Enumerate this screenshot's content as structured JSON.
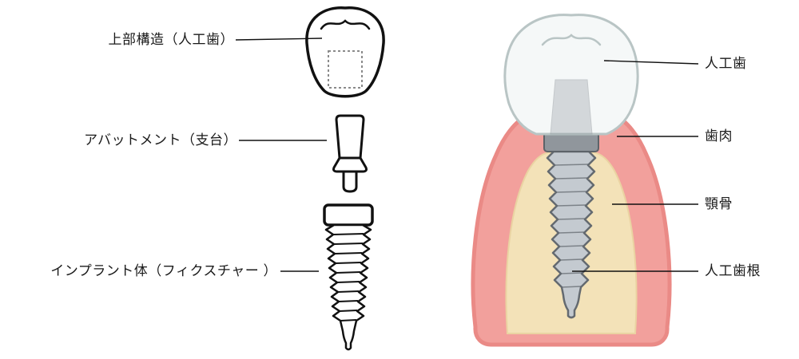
{
  "left_diagram": {
    "labels": [
      {
        "id": "superstructure",
        "text": "上部構造（人工歯）"
      },
      {
        "id": "abutment",
        "text": "アバットメント（支台）"
      },
      {
        "id": "fixture",
        "text": "インプラント体（フィクスチャー ）"
      }
    ]
  },
  "right_diagram": {
    "labels": [
      {
        "id": "artificial-tooth",
        "text": "人工歯"
      },
      {
        "id": "gum",
        "text": "歯肉"
      },
      {
        "id": "jawbone",
        "text": "顎骨"
      },
      {
        "id": "artificial-root",
        "text": "人工歯根"
      }
    ]
  },
  "colors": {
    "line_art": "#111111",
    "label_text": "#1a1a1a",
    "gum_fill": "#f2a09c",
    "gum_outline": "#ea8a86",
    "bone_fill": "#f3e2b8",
    "crown_fill": "#f5f8f8",
    "crown_outline": "#b9c5c5",
    "implant_fill": "#c4cad0",
    "implant_outline": "#646a70"
  }
}
